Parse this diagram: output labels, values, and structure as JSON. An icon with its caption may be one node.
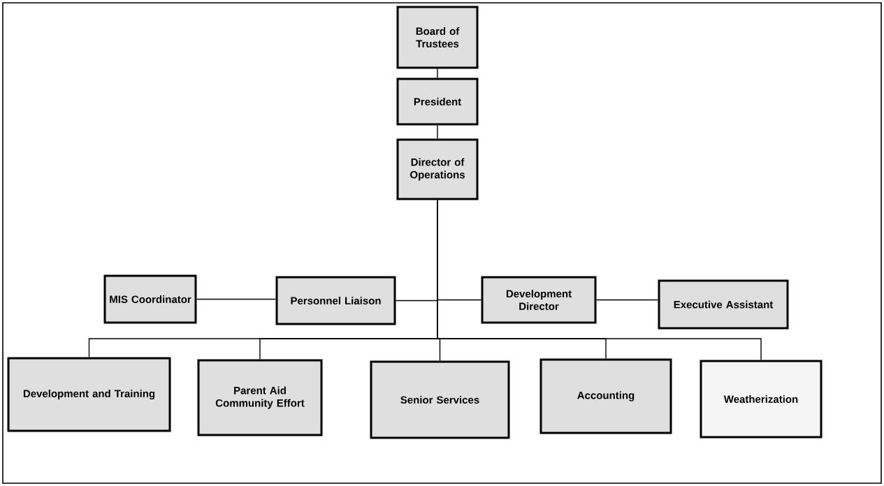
{
  "diagram": {
    "nodes": [
      {
        "text": [
          "Board of Trustees"
        ]
      },
      {
        "text": [
          "President"
        ]
      },
      {
        "text": [
          "Director of Operations"
        ]
      },
      {
        "text": [
          "MIS Coordinator"
        ]
      },
      {
        "text": [
          "Personnel Liaison"
        ]
      },
      {
        "text": [
          "Development Director"
        ]
      },
      {
        "text": [
          "Executive Assistant"
        ]
      },
      {
        "text": [
          "Development and Training"
        ]
      },
      {
        "text": [
          "Parent Aid Community Effort"
        ]
      },
      {
        "text": [
          "Senior Services"
        ]
      },
      {
        "text": [
          "Accounting"
        ]
      },
      {
        "text": [
          "Weatherization"
        ]
      }
    ],
    "edges": [
      {
        "from": 0,
        "to": 1,
        "arrow": "none"
      },
      {
        "from": 1,
        "to": 2,
        "arrow": "none"
      },
      {
        "from": 2,
        "to": 4,
        "arrow": "none"
      },
      {
        "from": 2,
        "to": 5,
        "arrow": "none"
      },
      {
        "from": 3,
        "to": 4,
        "arrow": "none"
      },
      {
        "from": 5,
        "to": 6,
        "arrow": "none"
      },
      {
        "from": 2,
        "to": 7,
        "arrow": "none"
      },
      {
        "from": 2,
        "to": 8,
        "arrow": "none"
      },
      {
        "from": 2,
        "to": 9,
        "arrow": "none"
      },
      {
        "from": 2,
        "to": 10,
        "arrow": "none"
      },
      {
        "from": 2,
        "to": 11,
        "arrow": "none"
      }
    ]
  }
}
